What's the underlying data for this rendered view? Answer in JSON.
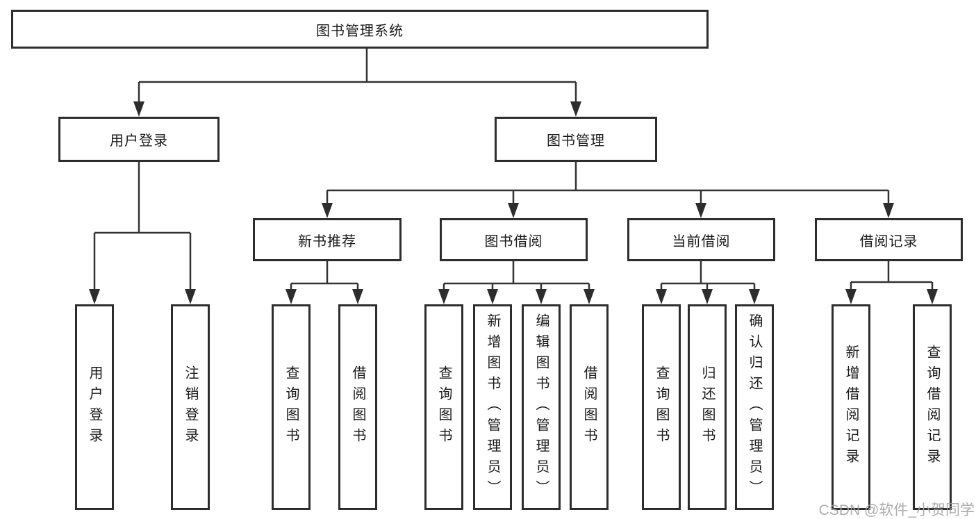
{
  "root": {
    "label": "图书管理系统"
  },
  "level2": {
    "user_login": {
      "label": "用户登录"
    },
    "book_management": {
      "label": "图书管理"
    }
  },
  "level3": {
    "new_books": {
      "label": "新书推荐"
    },
    "book_borrow": {
      "label": "图书借阅"
    },
    "current_borrow": {
      "label": "当前借阅"
    },
    "borrow_records": {
      "label": "借阅记录"
    }
  },
  "leaves": {
    "user_login": [
      "用户登录",
      "注销登录"
    ],
    "new_books": [
      "查询图书",
      "借阅图书"
    ],
    "book_borrow": [
      "查询图书",
      "新增图书（管理员）",
      "编辑图书（管理员）",
      "借阅图书"
    ],
    "current_borrow": [
      "查询图书",
      "归还图书",
      "确认归还（管理员）"
    ],
    "borrow_records": [
      "新增借阅记录",
      "查询借阅记录"
    ]
  },
  "watermark": {
    "text": "CSDN @软件_小贺同学"
  },
  "colors": {
    "line": "#333333",
    "border": "#2d2d2d",
    "text": "#1a1a1a",
    "watermark": "#a4a4a4",
    "background": "#ffffff"
  }
}
